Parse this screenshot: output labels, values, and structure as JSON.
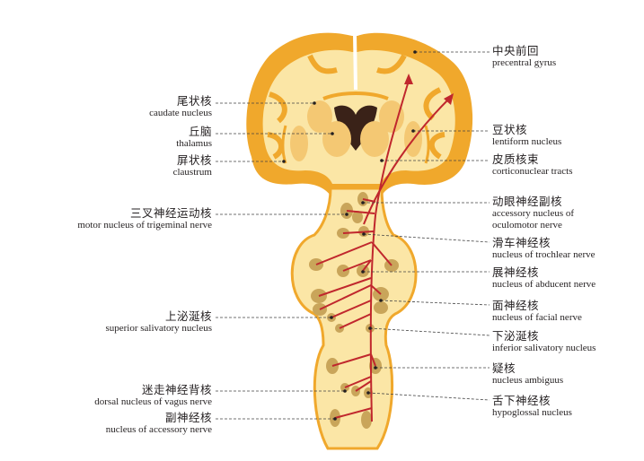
{
  "colors": {
    "background": "#ffffff",
    "cortex": "#f0a82c",
    "white_matter": "#fbe6a6",
    "nucleus": "#c9a55a",
    "tract": "#c0272d",
    "leader": "#444444"
  },
  "labels_left": [
    {
      "cn": "尾状核",
      "en": "caudate nucleus"
    },
    {
      "cn": "丘脑",
      "en": "thalamus"
    },
    {
      "cn": "屏状核",
      "en": "claustrum"
    },
    {
      "cn": "三叉神经运动核",
      "en": "motor nucleus of trigeminal nerve"
    },
    {
      "cn": "上泌涎核",
      "en": "superior salivatory nucleus"
    },
    {
      "cn": "迷走神经背核",
      "en": "dorsal nucleus of vagus nerve"
    },
    {
      "cn": "副神经核",
      "en": "nucleus of accessory nerve"
    }
  ],
  "labels_right": [
    {
      "cn": "中央前回",
      "en": "precentral gyrus"
    },
    {
      "cn": "豆状核",
      "en": "lentiform nucleus"
    },
    {
      "cn": "皮质核束",
      "en": "corticonuclear tracts"
    },
    {
      "cn": "动眼神经副核",
      "en": "accessory nucleus of",
      "en2": "oculomotor nerve"
    },
    {
      "cn": "滑车神经核",
      "en": "nucleus of trochlear nerve"
    },
    {
      "cn": "展神经核",
      "en": "nucleus of abducent nerve"
    },
    {
      "cn": "面神经核",
      "en": "nucleus of facial nerve"
    },
    {
      "cn": "下泌涎核",
      "en": "inferior salivatory nucleus"
    },
    {
      "cn": "疑核",
      "en": "nucleus ambiguus"
    },
    {
      "cn": "舌下神经核",
      "en": "hypoglossal nucleus"
    }
  ]
}
